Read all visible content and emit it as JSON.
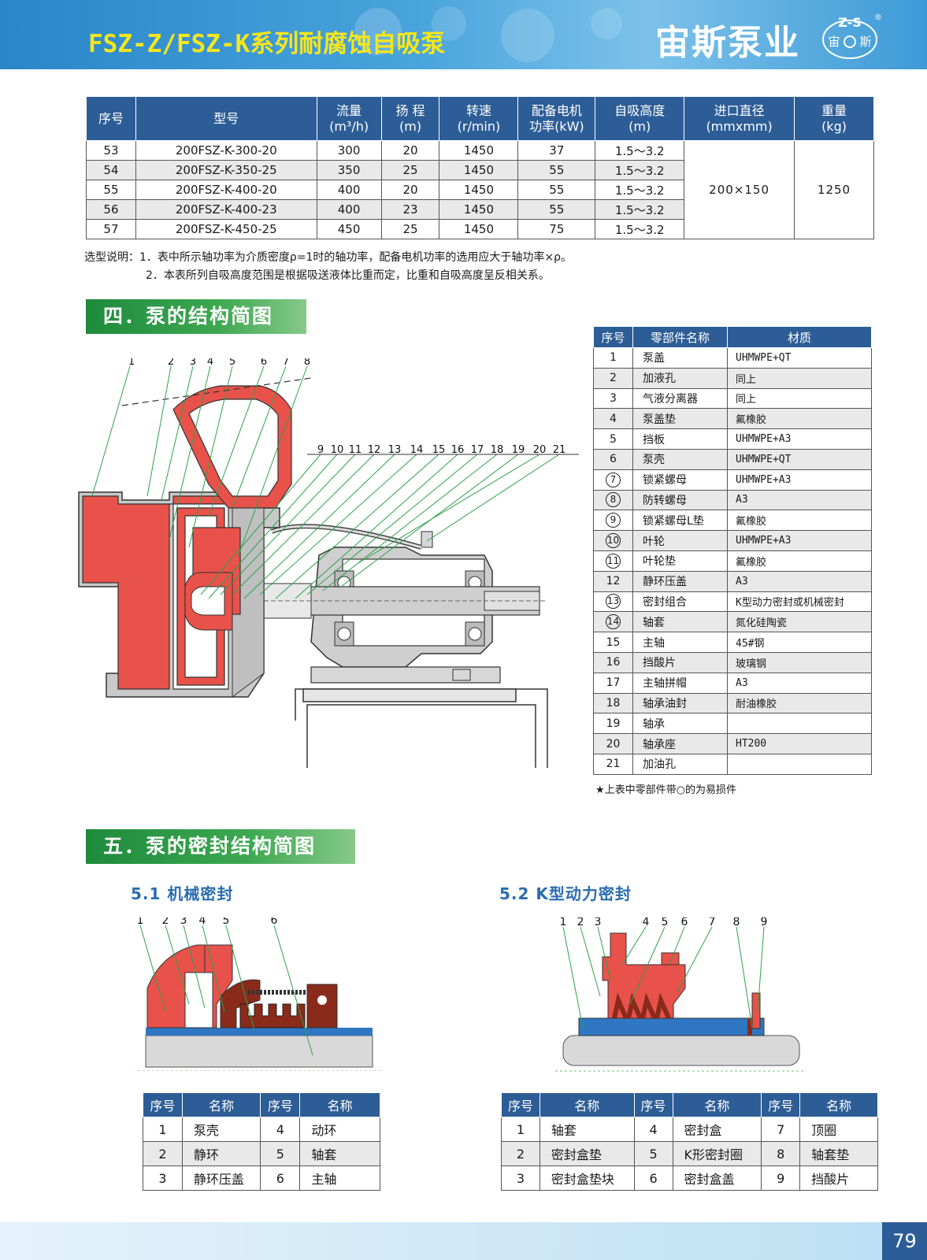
{
  "header": {
    "title": "FSZ-Z/FSZ-K系列耐腐蚀自吸泵",
    "brand": "宙斯泵业",
    "logo_top": "Z-S",
    "logo_bottom_left": "宙",
    "logo_bottom_right": "斯",
    "registered": "®"
  },
  "spec_table": {
    "headers": {
      "no": "序号",
      "model": "型号",
      "flow": "流量",
      "flow_unit": "(m³/h)",
      "head": "扬 程",
      "head_unit": "(m)",
      "speed": "转速",
      "speed_unit": "(r/min)",
      "motor": "配备电机",
      "motor_unit": "功率(kW)",
      "suction": "自吸高度",
      "suction_unit": "(m)",
      "inlet": "进口直径",
      "inlet_unit": "(mmxmm)",
      "weight": "重量",
      "weight_unit": "(kg)"
    },
    "rows": [
      {
        "no": "53",
        "model": "200FSZ-K-300-20",
        "flow": "300",
        "head": "20",
        "speed": "1450",
        "motor": "37",
        "suction": "1.5～3.2"
      },
      {
        "no": "54",
        "model": "200FSZ-K-350-25",
        "flow": "350",
        "head": "25",
        "speed": "1450",
        "motor": "55",
        "suction": "1.5～3.2"
      },
      {
        "no": "55",
        "model": "200FSZ-K-400-20",
        "flow": "400",
        "head": "20",
        "speed": "1450",
        "motor": "55",
        "suction": "1.5～3.2"
      },
      {
        "no": "56",
        "model": "200FSZ-K-400-23",
        "flow": "400",
        "head": "23",
        "speed": "1450",
        "motor": "55",
        "suction": "1.5～3.2"
      },
      {
        "no": "57",
        "model": "200FSZ-K-450-25",
        "flow": "450",
        "head": "25",
        "speed": "1450",
        "motor": "75",
        "suction": "1.5～3.2"
      }
    ],
    "inlet": "200×150",
    "weight": "1250"
  },
  "notes": {
    "line1": "选型说明：1．表中所示轴功率为介质密度ρ=1时的轴功率，配备电机功率的选用应大于轴功率×ρ。",
    "line2": "2．本表所列自吸高度范围是根据吸送液体比重而定，比重和自吸高度呈反相关系。"
  },
  "section4": {
    "title": "四．泵的结构简图"
  },
  "section5": {
    "title": "五．泵的密封结构简图"
  },
  "sub51": "5.1 机械密封",
  "sub52": "5.2 K型动力密封",
  "parts_table": {
    "headers": {
      "no": "序号",
      "name": "零部件名称",
      "material": "材质"
    },
    "rows": [
      {
        "no": "1",
        "name": "泵盖",
        "material": "UHMWPE+QT",
        "wear": false
      },
      {
        "no": "2",
        "name": "加液孔",
        "material": "同上",
        "wear": false
      },
      {
        "no": "3",
        "name": "气液分离器",
        "material": "同上",
        "wear": false
      },
      {
        "no": "4",
        "name": "泵盖垫",
        "material": "氟橡胶",
        "wear": false
      },
      {
        "no": "5",
        "name": "挡板",
        "material": "UHMWPE+A3",
        "wear": false
      },
      {
        "no": "6",
        "name": "泵壳",
        "material": "UHMWPE+QT",
        "wear": false
      },
      {
        "no": "7",
        "name": "锁紧螺母",
        "material": "UHMWPE+A3",
        "wear": true
      },
      {
        "no": "8",
        "name": "防转螺母",
        "material": "A3",
        "wear": true
      },
      {
        "no": "9",
        "name": "锁紧螺母L垫",
        "material": "氟橡胶",
        "wear": true
      },
      {
        "no": "10",
        "name": "叶轮",
        "material": "UHMWPE+A3",
        "wear": true
      },
      {
        "no": "11",
        "name": "叶轮垫",
        "material": "氟橡胶",
        "wear": true
      },
      {
        "no": "12",
        "name": "静环压盖",
        "material": "A3",
        "wear": false
      },
      {
        "no": "13",
        "name": "密封组合",
        "material": "K型动力密封或机械密封",
        "wear": true
      },
      {
        "no": "14",
        "name": "轴套",
        "material": "氮化硅陶瓷",
        "wear": true
      },
      {
        "no": "15",
        "name": "主轴",
        "material": "45#钢",
        "wear": false
      },
      {
        "no": "16",
        "name": "挡酸片",
        "material": "玻璃钢",
        "wear": false
      },
      {
        "no": "17",
        "name": "主轴拼帽",
        "material": "A3",
        "wear": false
      },
      {
        "no": "18",
        "name": "轴承油封",
        "material": "耐油橡胶",
        "wear": false
      },
      {
        "no": "19",
        "name": "轴承",
        "material": "",
        "wear": false
      },
      {
        "no": "20",
        "name": "轴承座",
        "material": "HT200",
        "wear": false
      },
      {
        "no": "21",
        "name": "加油孔",
        "material": "",
        "wear": false
      }
    ],
    "footnote": "★上表中零部件带○的为易损件"
  },
  "pump_labels": [
    "1",
    "2",
    "3",
    "4",
    "5",
    "6",
    "7",
    "8",
    "9",
    "10",
    "11",
    "12",
    "13",
    "14",
    "15",
    "16",
    "17",
    "18",
    "19",
    "20",
    "21"
  ],
  "mech_labels": [
    "1",
    "2",
    "3",
    "4",
    "5",
    "6"
  ],
  "k_labels": [
    "1",
    "2",
    "3",
    "4",
    "5",
    "6",
    "7",
    "8",
    "9"
  ],
  "mech_table": {
    "headers": {
      "no": "序号",
      "name": "名称"
    },
    "rows": [
      [
        {
          "no": "1",
          "name": "泵壳"
        },
        {
          "no": "4",
          "name": "动环"
        }
      ],
      [
        {
          "no": "2",
          "name": "静环"
        },
        {
          "no": "5",
          "name": "轴套"
        }
      ],
      [
        {
          "no": "3",
          "name": "静环压盖"
        },
        {
          "no": "6",
          "name": "主轴"
        }
      ]
    ]
  },
  "k_table": {
    "headers": {
      "no": "序号",
      "name": "名称"
    },
    "rows": [
      [
        {
          "no": "1",
          "name": "轴套"
        },
        {
          "no": "4",
          "name": "密封盒"
        },
        {
          "no": "7",
          "name": "顶圈"
        }
      ],
      [
        {
          "no": "2",
          "name": "密封盒垫"
        },
        {
          "no": "5",
          "name": "K形密封圈"
        },
        {
          "no": "8",
          "name": "轴套垫"
        }
      ],
      [
        {
          "no": "3",
          "name": "密封盒垫块"
        },
        {
          "no": "6",
          "name": "密封盒盖"
        },
        {
          "no": "9",
          "name": "挡酸片"
        }
      ]
    ]
  },
  "page_number": "79",
  "colors": {
    "header_blue": "#3e9ad6",
    "title_yellow": "#f6e61c",
    "table_blue": "#2d5d96",
    "section_green": "#2e9b46",
    "part_red": "#e8524a",
    "casing_gray": "#bdbdbd"
  }
}
